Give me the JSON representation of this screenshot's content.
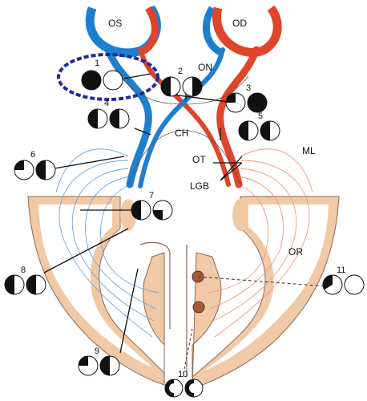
{
  "labels": {
    "os": "OS",
    "od": "OD",
    "on": "ON",
    "ch": "CH",
    "ot": "OT",
    "lgb": "LGB",
    "ml": "ML",
    "or": "OR"
  },
  "lesions": {
    "n1": "1",
    "n2": "2",
    "n3": "3",
    "n4": "4",
    "n5": "5",
    "n6": "6",
    "n7": "7",
    "n8": "8",
    "n9": "9",
    "n10": "10",
    "n11": "11"
  },
  "colors": {
    "left_eye_fibers": "#1f7fcf",
    "right_eye_fibers": "#e0442a",
    "cortex": "#f2c9a6",
    "highlight_ring": "#1c2a9c",
    "lesion_markers": "#a65a35"
  }
}
